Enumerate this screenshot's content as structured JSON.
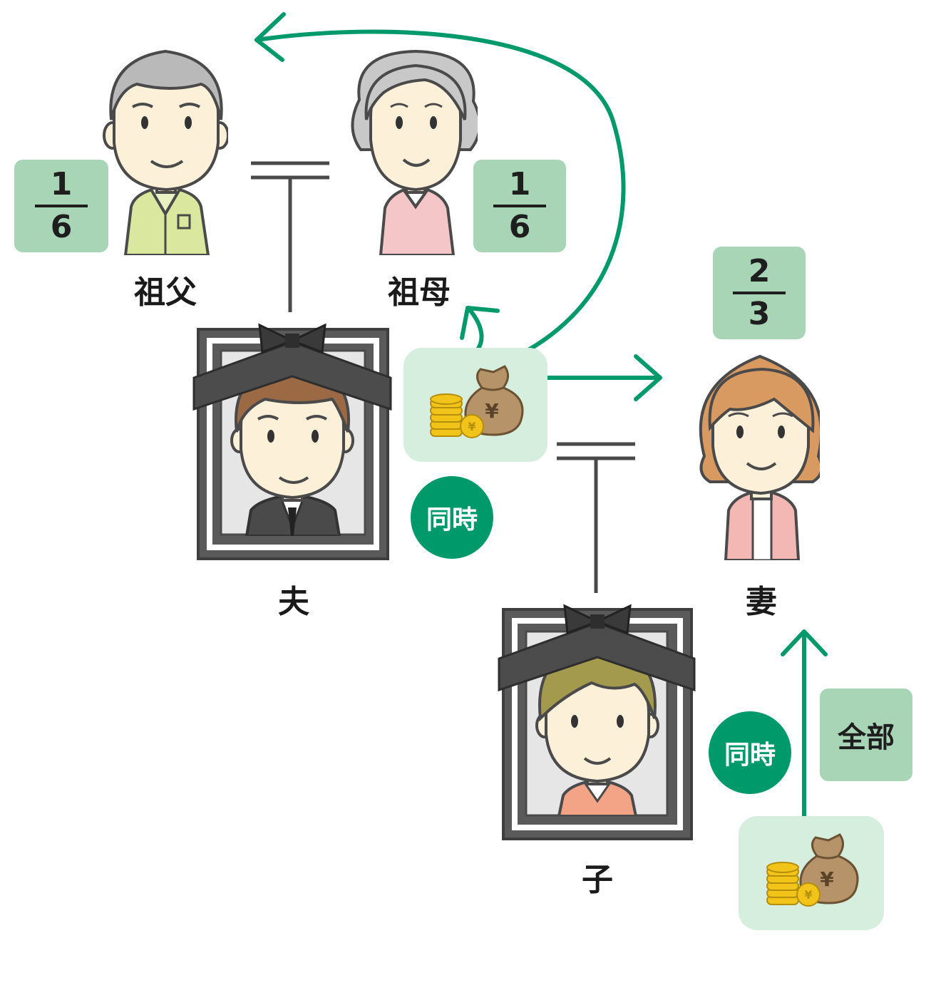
{
  "people": {
    "grandfather": {
      "label": "祖父",
      "share_num": "1",
      "share_den": "6"
    },
    "grandmother": {
      "label": "祖母",
      "share_num": "1",
      "share_den": "6"
    },
    "husband": {
      "label": "夫"
    },
    "wife": {
      "label": "妻",
      "share_num": "2",
      "share_den": "3"
    },
    "child": {
      "label": "子"
    }
  },
  "badges": {
    "simultaneous_1": "同時",
    "simultaneous_2": "同時"
  },
  "child_estate_share": "全部",
  "colors": {
    "accent_green": "#009a6a",
    "share_box": "#a8d5b5",
    "money_box": "#d5eedd"
  }
}
